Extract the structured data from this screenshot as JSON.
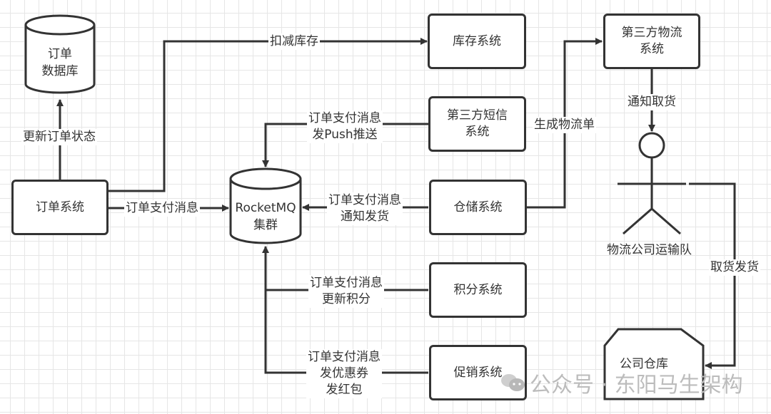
{
  "nodes": {
    "order_db": "订单\n数据库",
    "order_db_line1": "订单",
    "order_db_line2": "数据库",
    "order_system": "订单系统",
    "rocketmq_line1": "RocketMQ",
    "rocketmq_line2": "集群",
    "inventory_system": "库存系统",
    "sms_line1": "第三方短信",
    "sms_line2": "系统",
    "warehouse_system": "仓储系统",
    "points_system": "积分系统",
    "promo_system": "促销系统",
    "logistics_line1": "第三方物流",
    "logistics_line2": "系统",
    "transport_team": "物流公司运输队",
    "company_warehouse": "公司仓库"
  },
  "edges": {
    "update_order_status": "更新订单状态",
    "deduct_inventory": "扣减库存",
    "order_pay_msg": "订单支付消息",
    "sms_l1": "订单支付消息",
    "sms_l2": "发Push推送",
    "warehouse_l1": "订单支付消息",
    "warehouse_l2": "通知发货",
    "points_l1": "订单支付消息",
    "points_l2": "更新积分",
    "promo_l1": "订单支付消息",
    "promo_l2": "发优惠券",
    "promo_l3": "发红包",
    "create_waybill": "生成物流单",
    "notify_pickup": "通知取货",
    "pickup_ship": "取货发货"
  },
  "watermark": {
    "icon": "wechat-icon",
    "text": "公众号 · 东阳马生架构"
  },
  "colors": {
    "stroke": "#333333",
    "grid": "#e6e6e6",
    "watermark": "#bcbcbc"
  }
}
